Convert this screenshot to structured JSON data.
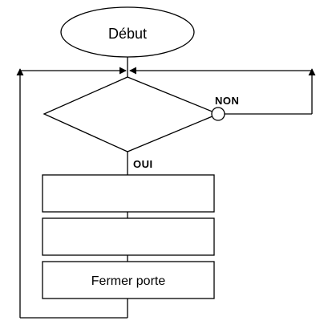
{
  "nodes": {
    "start": {
      "label": "Début"
    },
    "decision": {
      "label": ""
    },
    "box1": {
      "label": ""
    },
    "box2": {
      "label": ""
    },
    "box3": {
      "label": "Fermer porte"
    }
  },
  "branches": {
    "no": {
      "label": "NON"
    },
    "yes": {
      "label": "OUI"
    }
  },
  "colors": {
    "stroke": "#000000",
    "background": "#ffffff"
  }
}
